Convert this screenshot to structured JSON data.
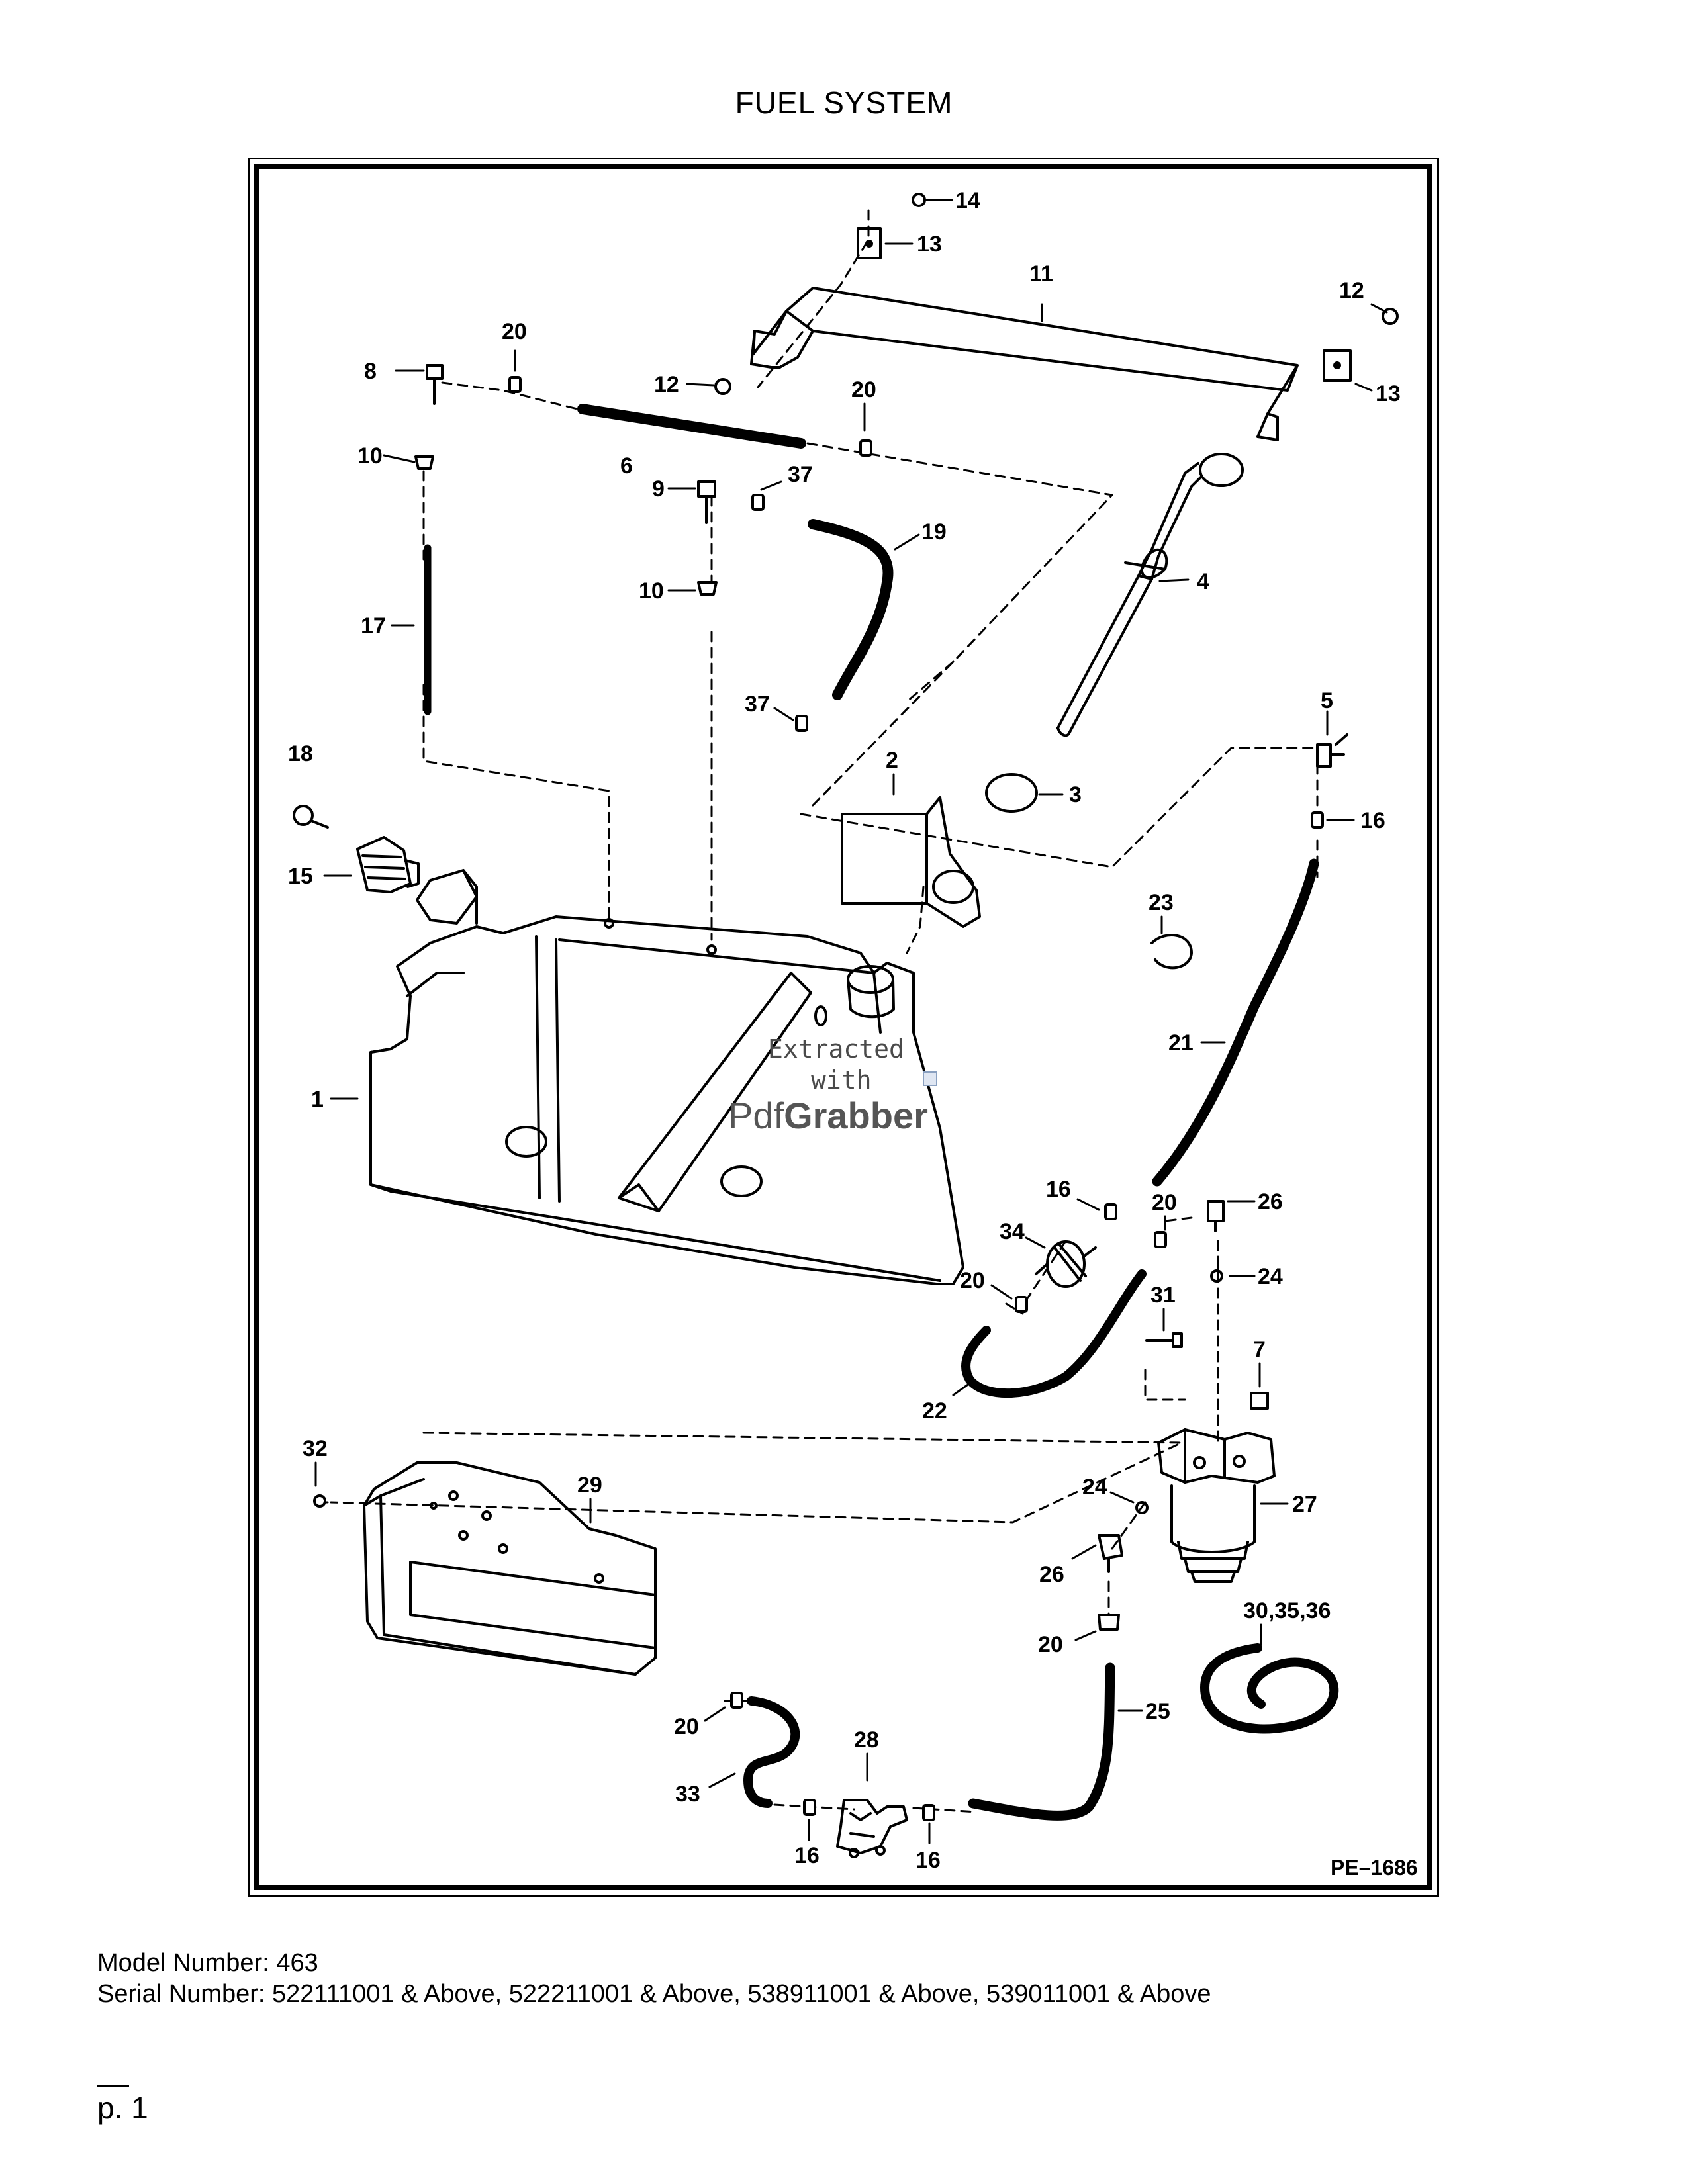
{
  "page": {
    "title": "FUEL SYSTEM",
    "figure_id": "PE–1686",
    "model_line": "Model Number: 463",
    "serial_line": "Serial Number: 522111001 & Above, 522211001 & Above, 538911001 & Above, 539011001 & Above",
    "page_number": "p. 1"
  },
  "watermark": {
    "line1": "Extracted",
    "line2": "with",
    "brand_a": "Pdf",
    "brand_b": "Grabber"
  },
  "callouts": [
    "14",
    "13",
    "11",
    "12",
    "13",
    "20",
    "8",
    "12",
    "20",
    "10",
    "6",
    "9",
    "37",
    "19",
    "4",
    "10",
    "17",
    "37",
    "5",
    "18",
    "2",
    "3",
    "16",
    "15",
    "23",
    "21",
    "1",
    "16",
    "20",
    "26",
    "34",
    "24",
    "20",
    "31",
    "22",
    "7",
    "32",
    "29",
    "24",
    "27",
    "26",
    "30,35,36",
    "20",
    "25",
    "20",
    "28",
    "33",
    "16",
    "16"
  ]
}
